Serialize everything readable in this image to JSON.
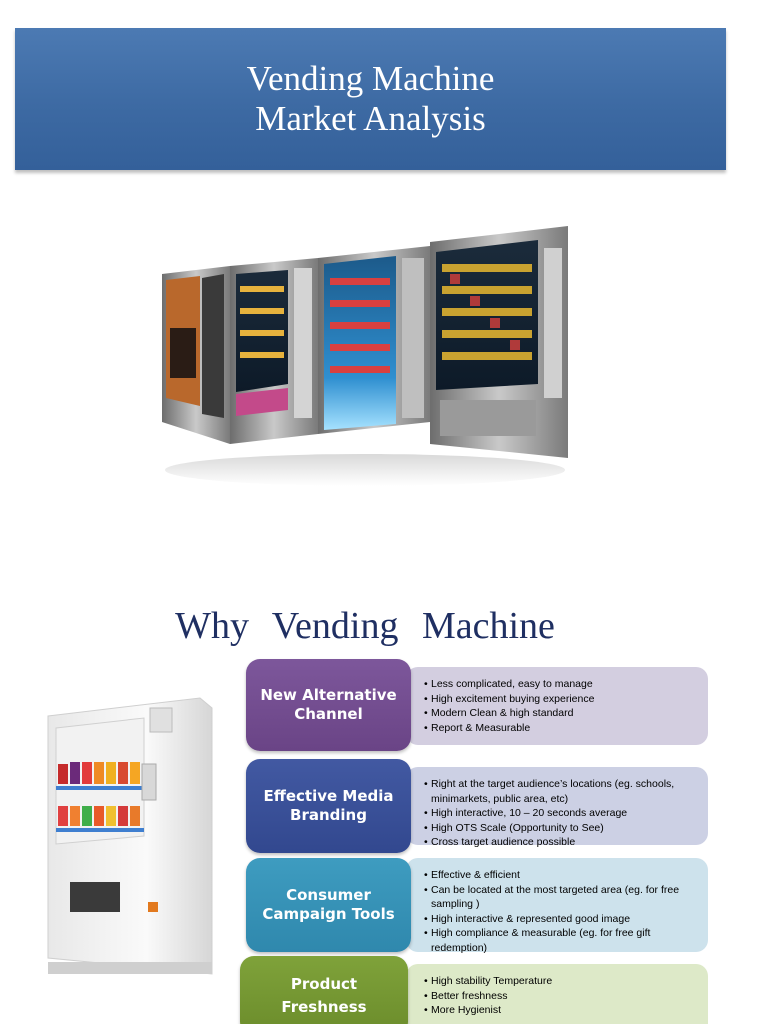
{
  "banner": {
    "line1": "Vending Machine",
    "line2": "Market Analysis"
  },
  "section": {
    "title": "Why  Vending    Machine"
  },
  "rows": [
    {
      "label_line1": "New Alternative",
      "label_line2": "Channel",
      "points": [
        "Less complicated, easy to manage",
        "High excitement buying experience",
        "Modern Clean & high standard",
        " Report & Measurable"
      ]
    },
    {
      "label_line1": "Effective Media",
      "label_line2": "Branding",
      "points": [
        "Right at the target audience’s locations (eg. schools, minimarkets, public area, etc)",
        "High interactive, 10 – 20 seconds average",
        "High OTS Scale (Opportunity to See)",
        "Cross target audience possible"
      ]
    },
    {
      "label_line1": "Consumer",
      "label_line2": "Campaign Tools",
      "points": [
        "Effective & efficient",
        " Can be located at the most targeted area (eg. for free sampling )",
        " High interactive & represented good image",
        "High compliance & measurable (eg. for free gift redemption)"
      ]
    },
    {
      "label_line1": "Product",
      "label_line2": "Freshness",
      "points": [
        "High stability Temperature",
        "Better freshness",
        "More Hygienist"
      ]
    }
  ]
}
